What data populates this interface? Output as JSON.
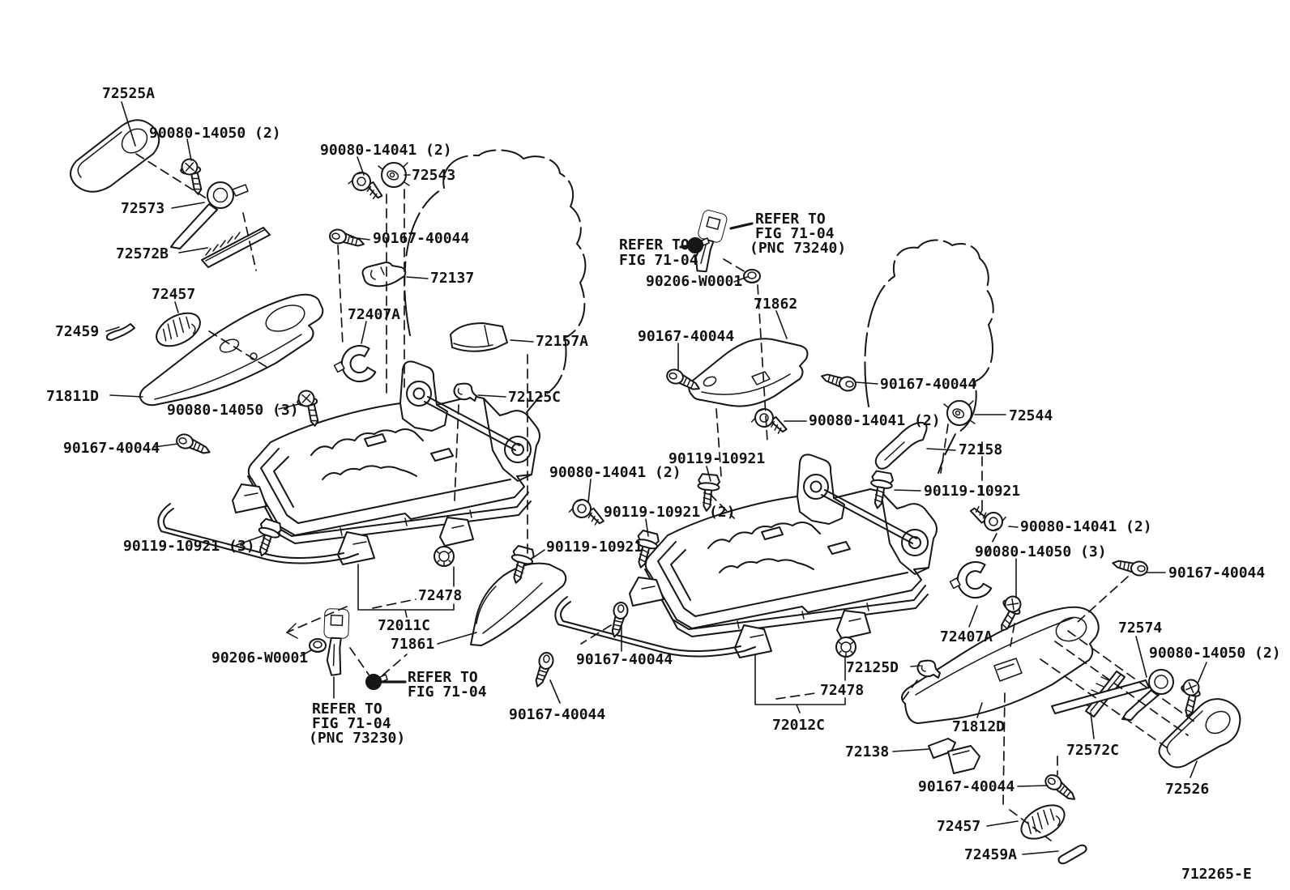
{
  "figure": {
    "code": "712265-E",
    "description": "Seat & seat track exploded parts diagram",
    "colors": {
      "line": "#161616",
      "background": "#ffffff",
      "text": "#121212"
    }
  },
  "labels": {
    "p72525A": "72525A",
    "p72573": "72573",
    "p72572B": "72572B",
    "p72572C": "72572C",
    "p72543": "72543",
    "p72544": "72544",
    "p72137": "72137",
    "p72407A": "72407A",
    "p72157A": "72157A",
    "p72125C": "72125C",
    "p72125D": "72125D",
    "p72457": "72457",
    "p72459": "72459",
    "p72459A": "72459A",
    "p71811D": "71811D",
    "p71812D": "71812D",
    "p71861": "71861",
    "p71862": "71862",
    "p72158": "72158",
    "p72478": "72478",
    "p72011C": "72011C",
    "p72012C": "72012C",
    "p72138": "72138",
    "p72526": "72526",
    "p72574": "72574",
    "n90080_14050_2": "90080-14050 (2)",
    "n90080_14050_3": "90080-14050 (3)",
    "n90080_14041_2": "90080-14041 (2)",
    "n90167_40044": "90167-40044",
    "n90119_10921": "90119-10921",
    "n90119_10921_2": "90119-10921 (2)",
    "n90119_10921_3": "90119-10921 (3)",
    "n90206_w0001": "90206-W0001",
    "refer_line1": "REFER TO",
    "refer_line2": "FIG 71-04",
    "refer_pnc_73240": "(PNC 73240)",
    "refer_pnc_73230": "(PNC 73230)",
    "figure_code": "712265-E"
  }
}
